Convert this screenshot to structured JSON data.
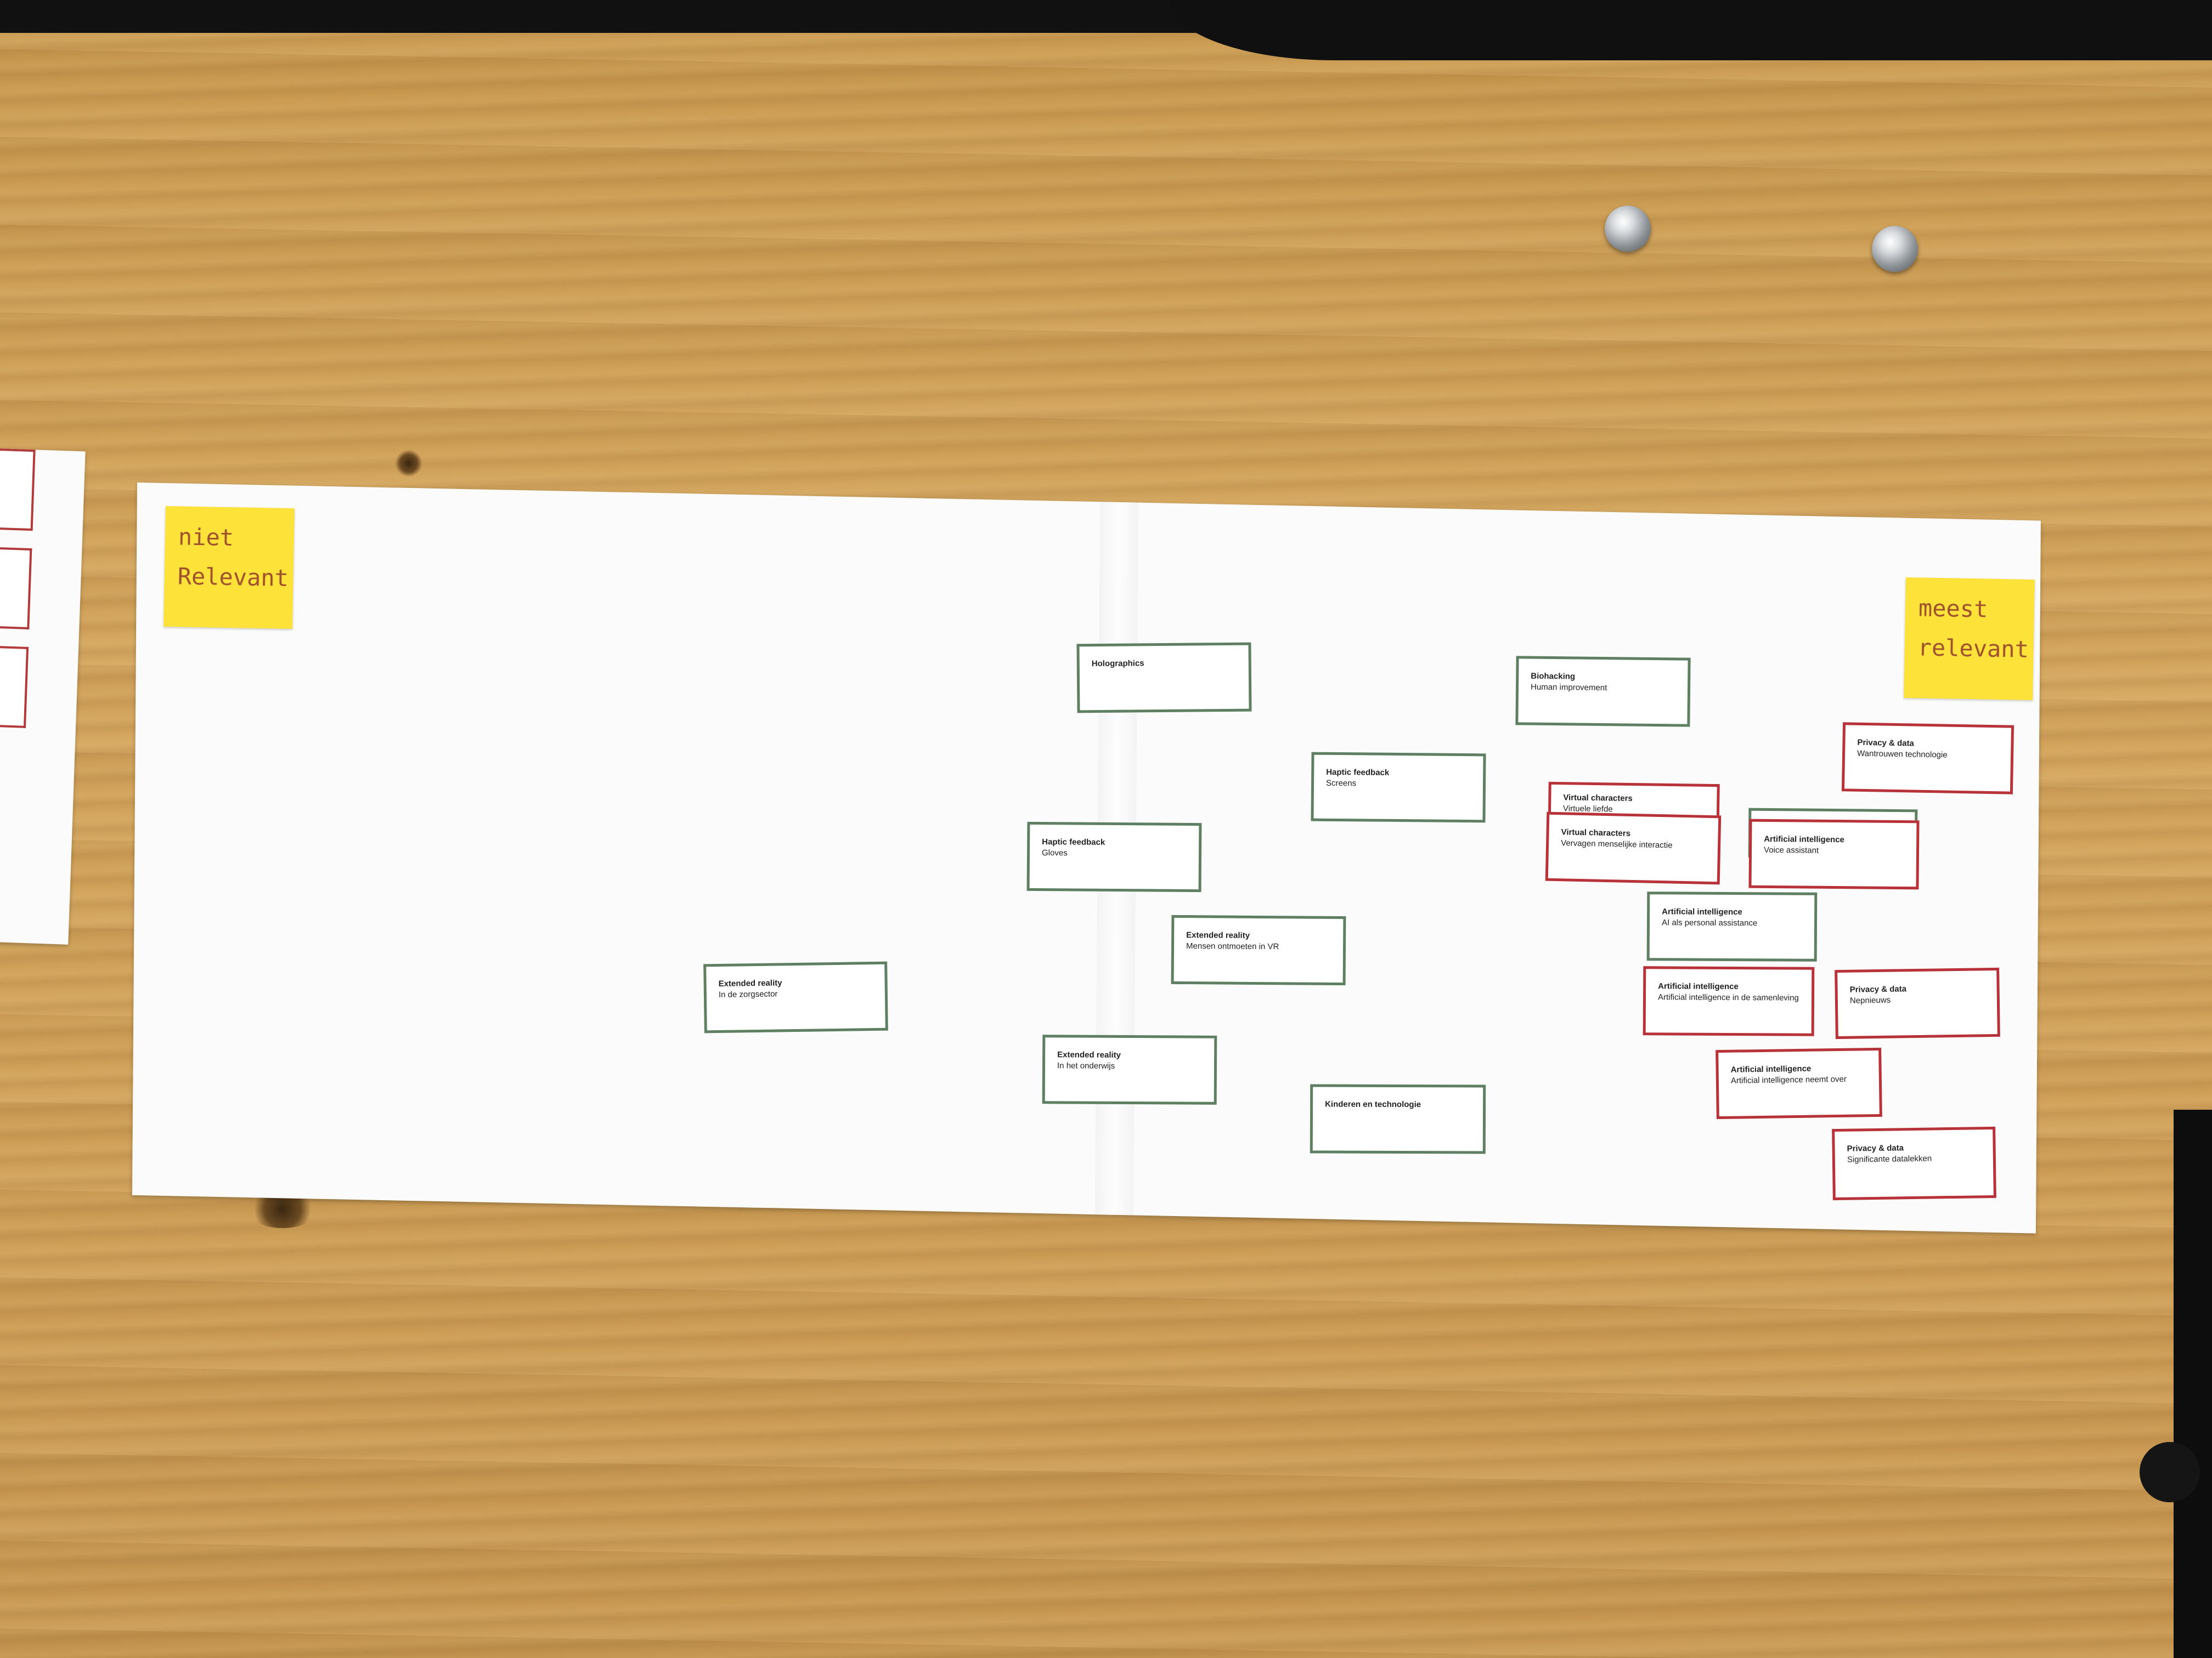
{
  "sticky_notes": [
    {
      "line1": "niet",
      "line2": "Relevant"
    },
    {
      "line1": "meest",
      "line2": "relevant"
    }
  ],
  "cards": [
    {
      "title": "Holographics",
      "subtitle": ""
    },
    {
      "title": "Biohacking",
      "subtitle": "Human improvement"
    },
    {
      "title": "Privacy & data",
      "subtitle": "Wantrouwen technologie"
    },
    {
      "title": "Haptic feedback",
      "subtitle": "Screens"
    },
    {
      "title": "Virtual characters",
      "subtitle": "Virtuele liefde"
    },
    {
      "title": "Virtual characters",
      "subtitle": "Vervagen menselijke interactie"
    },
    {
      "title": "Artificial intelligence",
      "subtitle": "Voice assistant"
    },
    {
      "title": "Haptic feedback",
      "subtitle": "Gloves"
    },
    {
      "title": "Artificial intelligence",
      "subtitle": "AI als personal assistance"
    },
    {
      "title": "Extended reality",
      "subtitle": "Mensen ontmoeten in VR"
    },
    {
      "title": "Extended reality",
      "subtitle": "In de zorgsector"
    },
    {
      "title": "Artificial intelligence",
      "subtitle": "Artificial intelligence in de samenleving"
    },
    {
      "title": "Privacy & data",
      "subtitle": "Nepnieuws"
    },
    {
      "title": "Extended reality",
      "subtitle": "In het onderwijs"
    },
    {
      "title": "Artificial intelligence",
      "subtitle": "Artificial intelligence neemt over"
    },
    {
      "title": "Kinderen en technologie",
      "subtitle": ""
    },
    {
      "title": "Privacy & data",
      "subtitle": "Significante datalekken"
    }
  ],
  "colors": {
    "card_green_border": "#5f7f63",
    "card_red_border": "#b8323a",
    "sticky_yellow": "#fde23a",
    "wood": "#cf9f57"
  }
}
